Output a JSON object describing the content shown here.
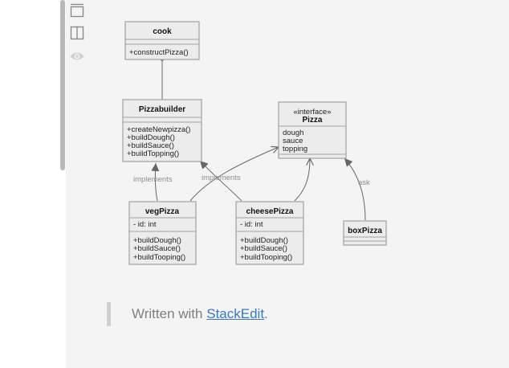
{
  "icons": {
    "panel": "panel-icon",
    "columns": "columns-icon",
    "preview": "eye-icon"
  },
  "diagram": {
    "classes": {
      "cook": {
        "title": "cook",
        "methods": [
          "+constructPizza()"
        ]
      },
      "pizzabuilder": {
        "title": "Pizzabuilder",
        "methods": [
          "+createNewpizza()",
          "+buildDough()",
          "+buildSauce()",
          "+buildTopping()"
        ]
      },
      "pizza": {
        "stereotype": "«interface»",
        "title": "Pizza",
        "attributes": [
          "dough",
          "sauce",
          "topping"
        ]
      },
      "vegpizza": {
        "title": "vegPizza",
        "attributes": [
          "- id: int"
        ],
        "methods": [
          "+buildDough()",
          "+buildSauce()",
          "+buildTooping()"
        ]
      },
      "cheesepizza": {
        "title": "cheesePizza",
        "attributes": [
          "- id: int"
        ],
        "methods": [
          "+buildDough()",
          "+buildSauce()",
          "+buildTooping()"
        ]
      },
      "boxpizza": {
        "title": "boxPizza"
      }
    },
    "edges": {
      "veg_implements": "implements",
      "cheese_implements": "implements",
      "box_ask": "ask"
    }
  },
  "footer": {
    "prefix": "Written with ",
    "link": "StackEdit",
    "suffix": "."
  },
  "colors": {
    "box_fill": "#ececec",
    "box_stroke": "#a2a2a2",
    "link": "#3a77c8",
    "background": "#f4f4f4"
  }
}
